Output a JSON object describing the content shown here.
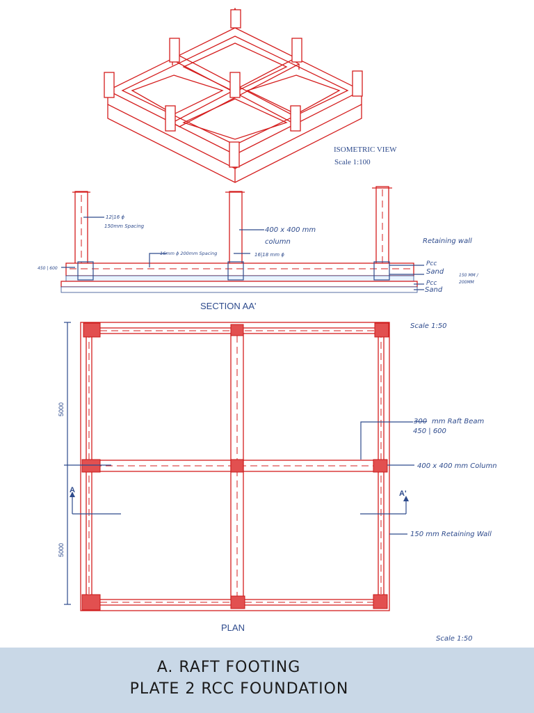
{
  "isometric": {
    "title": "ISOMETRIC VIEW",
    "scale": "Scale 1:100",
    "north_label": "N"
  },
  "section": {
    "title": "SECTION AA'",
    "rebar_top": "12|16 ϕ",
    "rebar_spacing": "150mm Spacing",
    "slab_bar": "16mm ϕ 200mm Spacing",
    "beam_bar": "16|18 mm ϕ",
    "column_line1": "400 x 400 mm",
    "column_line2": "column",
    "retaining_wall": "Retaining wall",
    "beam_dim": "450 | 600",
    "pcc_1": "Pcc",
    "sand_1": "Sand",
    "pcc_2": "Pcc",
    "sand_2": "Sand",
    "thick_1": "150 MM /",
    "thick_2": "200MM"
  },
  "plan": {
    "title": "PLAN",
    "scale_top": "Scale 1:50",
    "scale_bottom": "Scale 1:50",
    "dim_top": "5000",
    "dim_bottom": "5000",
    "beam_callout_struck": "300",
    "beam_callout": "mm Raft Beam",
    "beam_callout_2": "450 | 600",
    "column_callout": "400 x 400 mm  Column",
    "wall_callout": "150 mm Retaining Wall",
    "section_mark_left": "A",
    "section_mark_right": "A'"
  },
  "title_block": {
    "line1": "A. RAFT  FOOTING",
    "line2": "PLATE 2 RCC FOUNDATION"
  },
  "colors": {
    "structure": "#d41c1c",
    "annotation": "#2d4a8c",
    "title_band": "#c9d8e7"
  }
}
